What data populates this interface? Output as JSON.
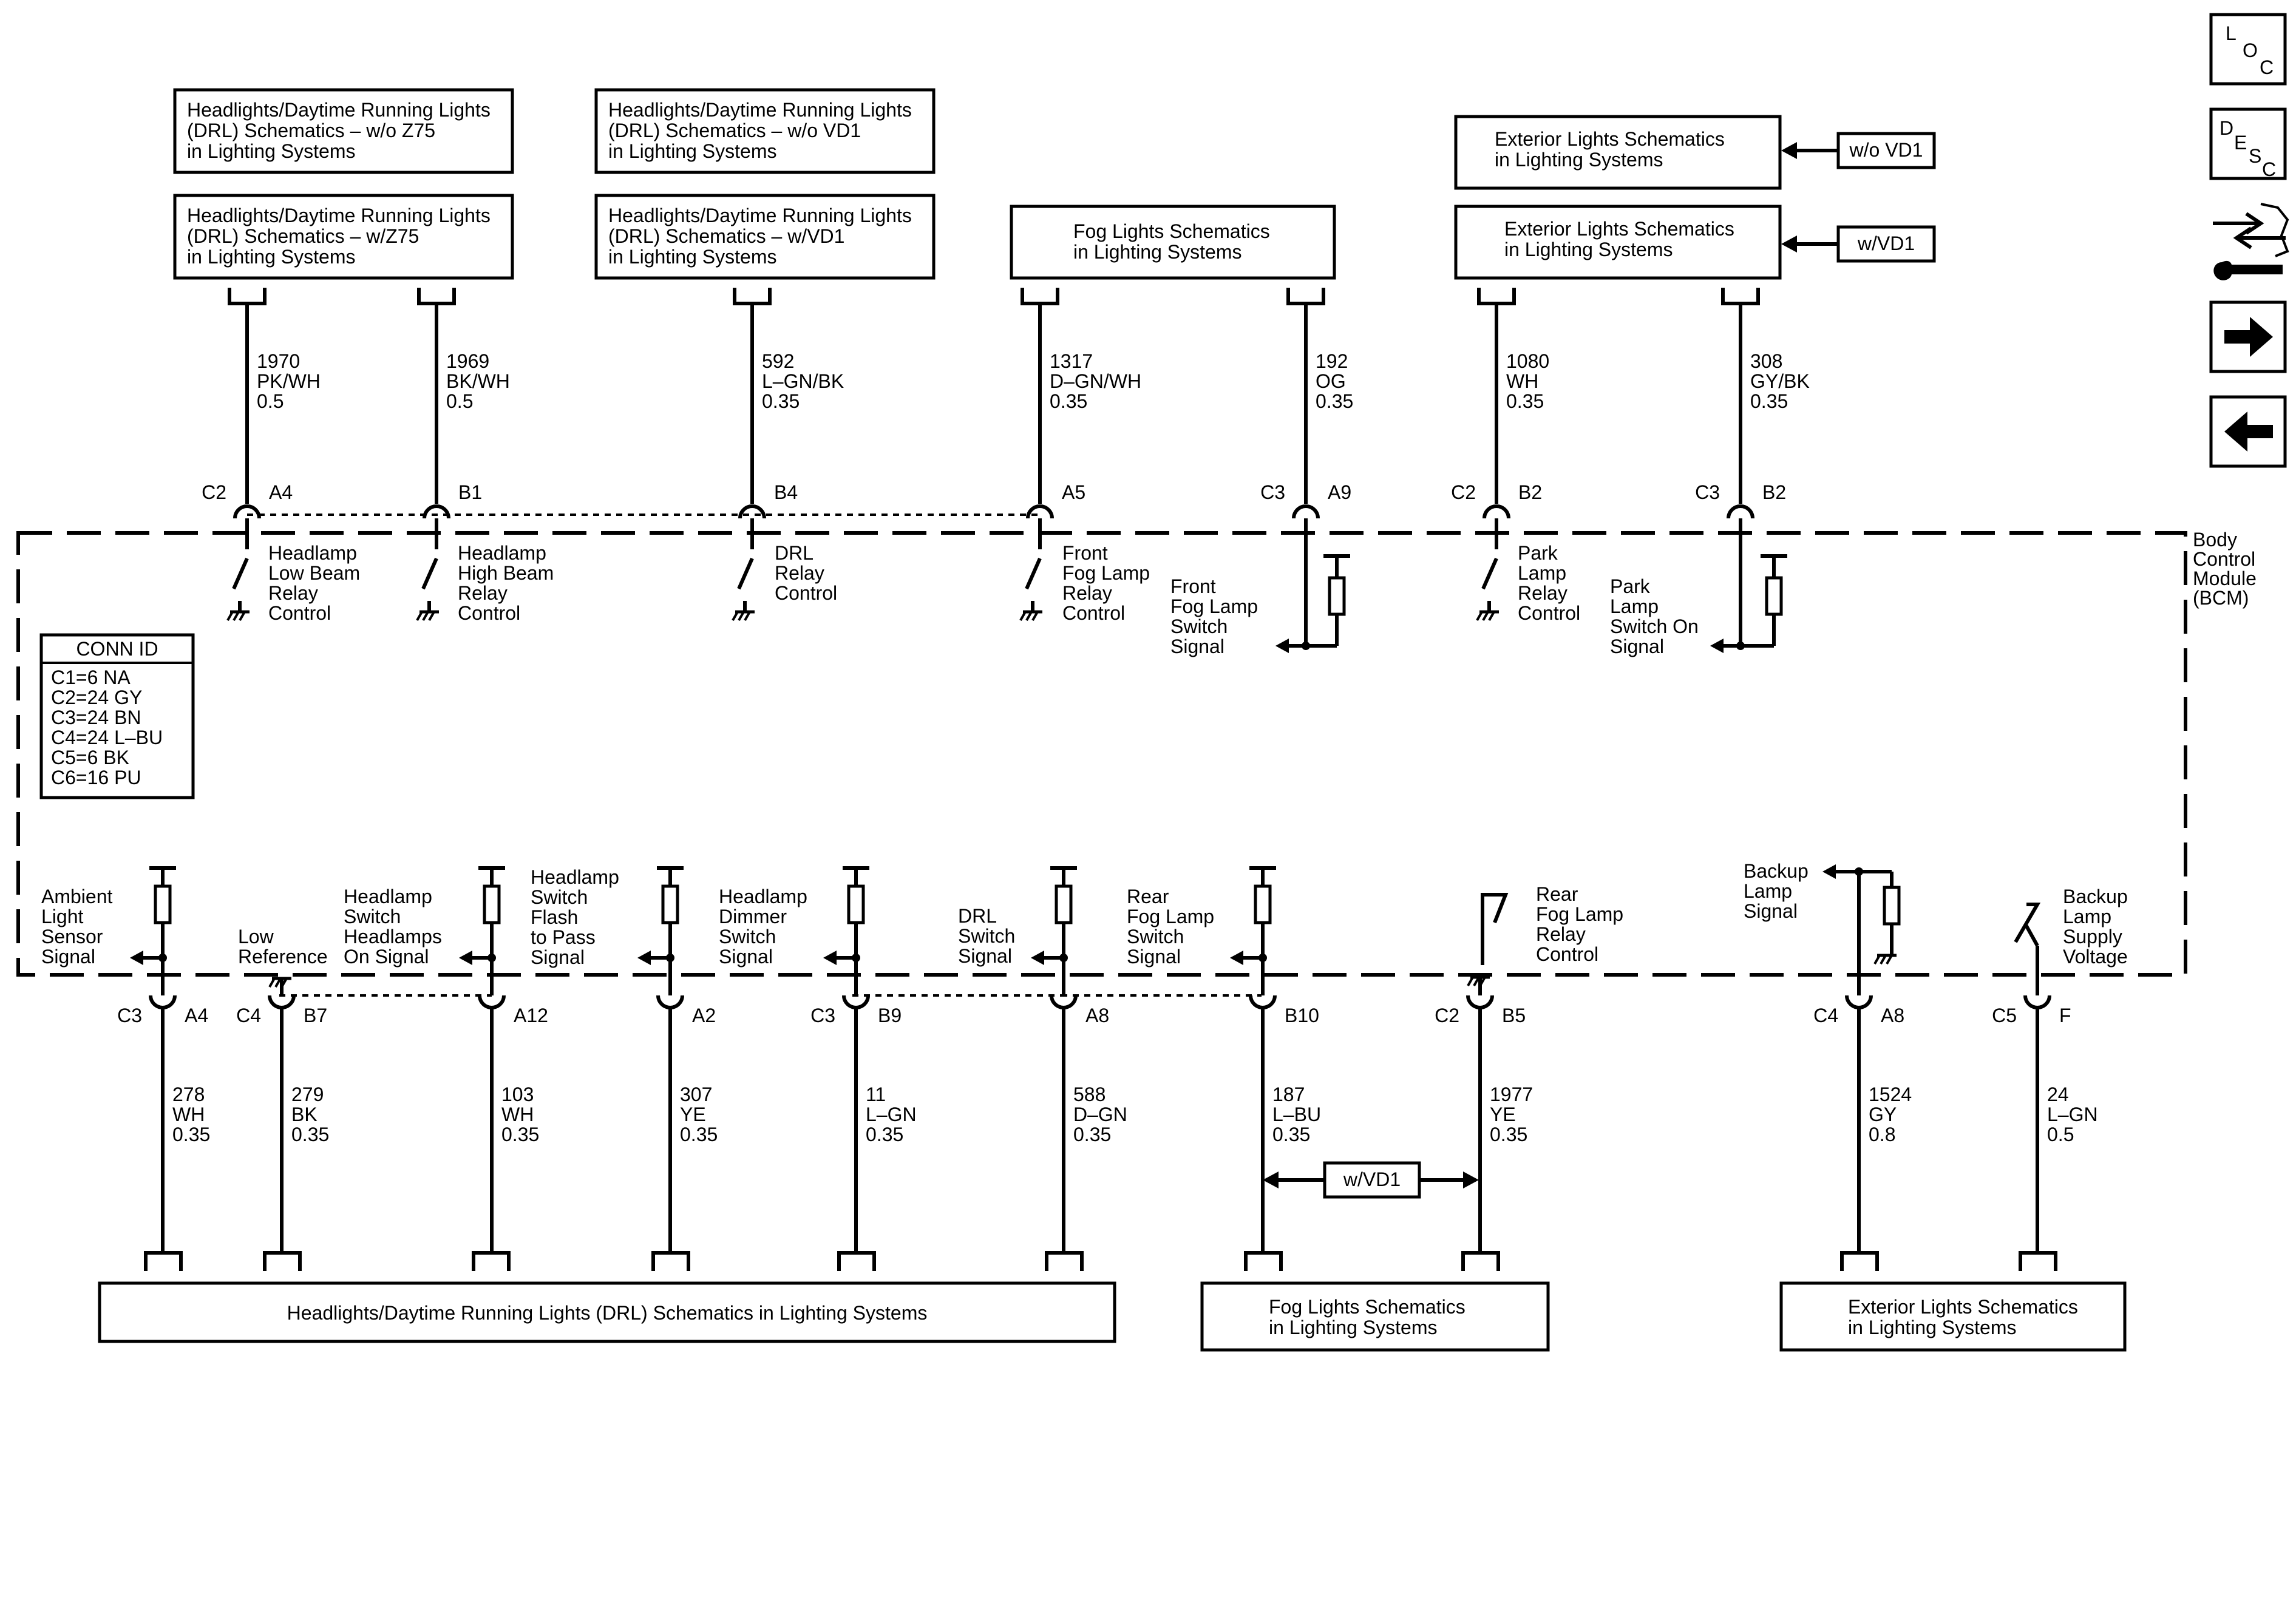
{
  "module": {
    "label": [
      "Body",
      "Control",
      "Module",
      "(BCM)"
    ]
  },
  "conn_id": {
    "title": "CONN ID",
    "items": [
      "C1=6 NA",
      "C2=24 GY",
      "C3=24 BN",
      "C4=24 L–BU",
      "C5=6 BK",
      "C6=16 PU"
    ]
  },
  "nav": {
    "loc": [
      "L",
      "O",
      "C"
    ],
    "desc": [
      "D",
      "E",
      "S",
      "C"
    ]
  },
  "top_boxes": [
    {
      "lines": [
        "Headlights/Daytime Running Lights",
        "(DRL) Schematics – w/o Z75",
        "in Lighting Systems"
      ]
    },
    {
      "lines": [
        "Headlights/Daytime Running Lights",
        "(DRL) Schematics – w/Z75",
        "in Lighting Systems"
      ]
    },
    {
      "lines": [
        "Headlights/Daytime Running Lights",
        "(DRL) Schematics – w/o VD1",
        "in Lighting Systems"
      ]
    },
    {
      "lines": [
        "Headlights/Daytime Running Lights",
        "(DRL) Schematics – w/VD1",
        "in Lighting Systems"
      ]
    },
    {
      "lines": [
        "Fog Lights Schematics",
        "in Lighting Systems"
      ]
    },
    {
      "lines": [
        "Exterior Lights Schematics",
        "in Lighting Systems"
      ]
    },
    {
      "lines": [
        "Exterior Lights Schematics",
        "in Lighting Systems"
      ]
    }
  ],
  "option_tags": [
    "w/o VD1",
    "w/VD1",
    "w/VD1"
  ],
  "bottom_boxes": [
    {
      "lines": [
        "Headlights/Daytime Running Lights (DRL) Schematics in Lighting Systems"
      ]
    },
    {
      "lines": [
        "Fog Lights Schematics",
        "in Lighting Systems"
      ]
    },
    {
      "lines": [
        "Exterior Lights Schematics",
        "in Lighting Systems"
      ]
    }
  ],
  "top_wires": [
    {
      "connector": "C2",
      "pin": "A4",
      "circuit": "1970",
      "color": "PK/WH",
      "gauge": "0.5",
      "function": [
        "Headlamp",
        "Low Beam",
        "Relay",
        "Control"
      ]
    },
    {
      "connector": "",
      "pin": "B1",
      "circuit": "1969",
      "color": "BK/WH",
      "gauge": "0.5",
      "function": [
        "Headlamp",
        "High Beam",
        "Relay",
        "Control"
      ]
    },
    {
      "connector": "",
      "pin": "B4",
      "circuit": "592",
      "color": "L–GN/BK",
      "gauge": "0.35",
      "function": [
        "DRL",
        "Relay",
        "Control"
      ]
    },
    {
      "connector": "",
      "pin": "A5",
      "circuit": "1317",
      "color": "D–GN/WH",
      "gauge": "0.35",
      "function": [
        "Front",
        "Fog Lamp",
        "Relay",
        "Control"
      ]
    },
    {
      "connector": "C3",
      "pin": "A9",
      "circuit": "192",
      "color": "OG",
      "gauge": "0.35",
      "function": [
        "Front",
        "Fog Lamp",
        "Switch",
        "Signal"
      ]
    },
    {
      "connector": "C2",
      "pin": "B2",
      "circuit": "1080",
      "color": "WH",
      "gauge": "0.35",
      "function": [
        "Park",
        "Lamp",
        "Relay",
        "Control"
      ]
    },
    {
      "connector": "C3",
      "pin": "B2",
      "circuit": "308",
      "color": "GY/BK",
      "gauge": "0.35",
      "function": [
        "Park",
        "Lamp",
        "Switch On",
        "Signal"
      ]
    }
  ],
  "bottom_wires": [
    {
      "connector": "C3",
      "pin": "A4",
      "circuit": "278",
      "color": "WH",
      "gauge": "0.35",
      "function": [
        "Ambient",
        "Light",
        "Sensor",
        "Signal"
      ]
    },
    {
      "connector": "C4",
      "pin": "B7",
      "circuit": "279",
      "color": "BK",
      "gauge": "0.35",
      "function": [
        "Low",
        "Reference"
      ]
    },
    {
      "connector": "",
      "pin": "A12",
      "circuit": "103",
      "color": "WH",
      "gauge": "0.35",
      "function": [
        "Headlamp",
        "Switch",
        "Headlamps",
        "On Signal"
      ]
    },
    {
      "connector": "",
      "pin": "A2",
      "circuit": "307",
      "color": "YE",
      "gauge": "0.35",
      "function": [
        "Headlamp",
        "Switch",
        "Flash",
        "to Pass",
        "Signal"
      ]
    },
    {
      "connector": "C3",
      "pin": "B9",
      "circuit": "11",
      "color": "L–GN",
      "gauge": "0.35",
      "function": [
        "Headlamp",
        "Dimmer",
        "Switch",
        "Signal"
      ]
    },
    {
      "connector": "",
      "pin": "A8",
      "circuit": "588",
      "color": "D–GN",
      "gauge": "0.35",
      "function": [
        "DRL",
        "Switch",
        "Signal"
      ]
    },
    {
      "connector": "",
      "pin": "B10",
      "circuit": "187",
      "color": "L–BU",
      "gauge": "0.35",
      "function": [
        "Rear",
        "Fog Lamp",
        "Switch",
        "Signal"
      ]
    },
    {
      "connector": "C2",
      "pin": "B5",
      "circuit": "1977",
      "color": "YE",
      "gauge": "0.35",
      "function": [
        "Rear",
        "Fog Lamp",
        "Relay",
        "Control"
      ]
    },
    {
      "connector": "C4",
      "pin": "A8",
      "circuit": "1524",
      "color": "GY",
      "gauge": "0.8",
      "function": [
        "Backup",
        "Lamp",
        "Signal"
      ]
    },
    {
      "connector": "C5",
      "pin": "F",
      "circuit": "24",
      "color": "L–GN",
      "gauge": "0.5",
      "function": [
        "Backup",
        "Lamp",
        "Supply",
        "Voltage"
      ]
    }
  ]
}
